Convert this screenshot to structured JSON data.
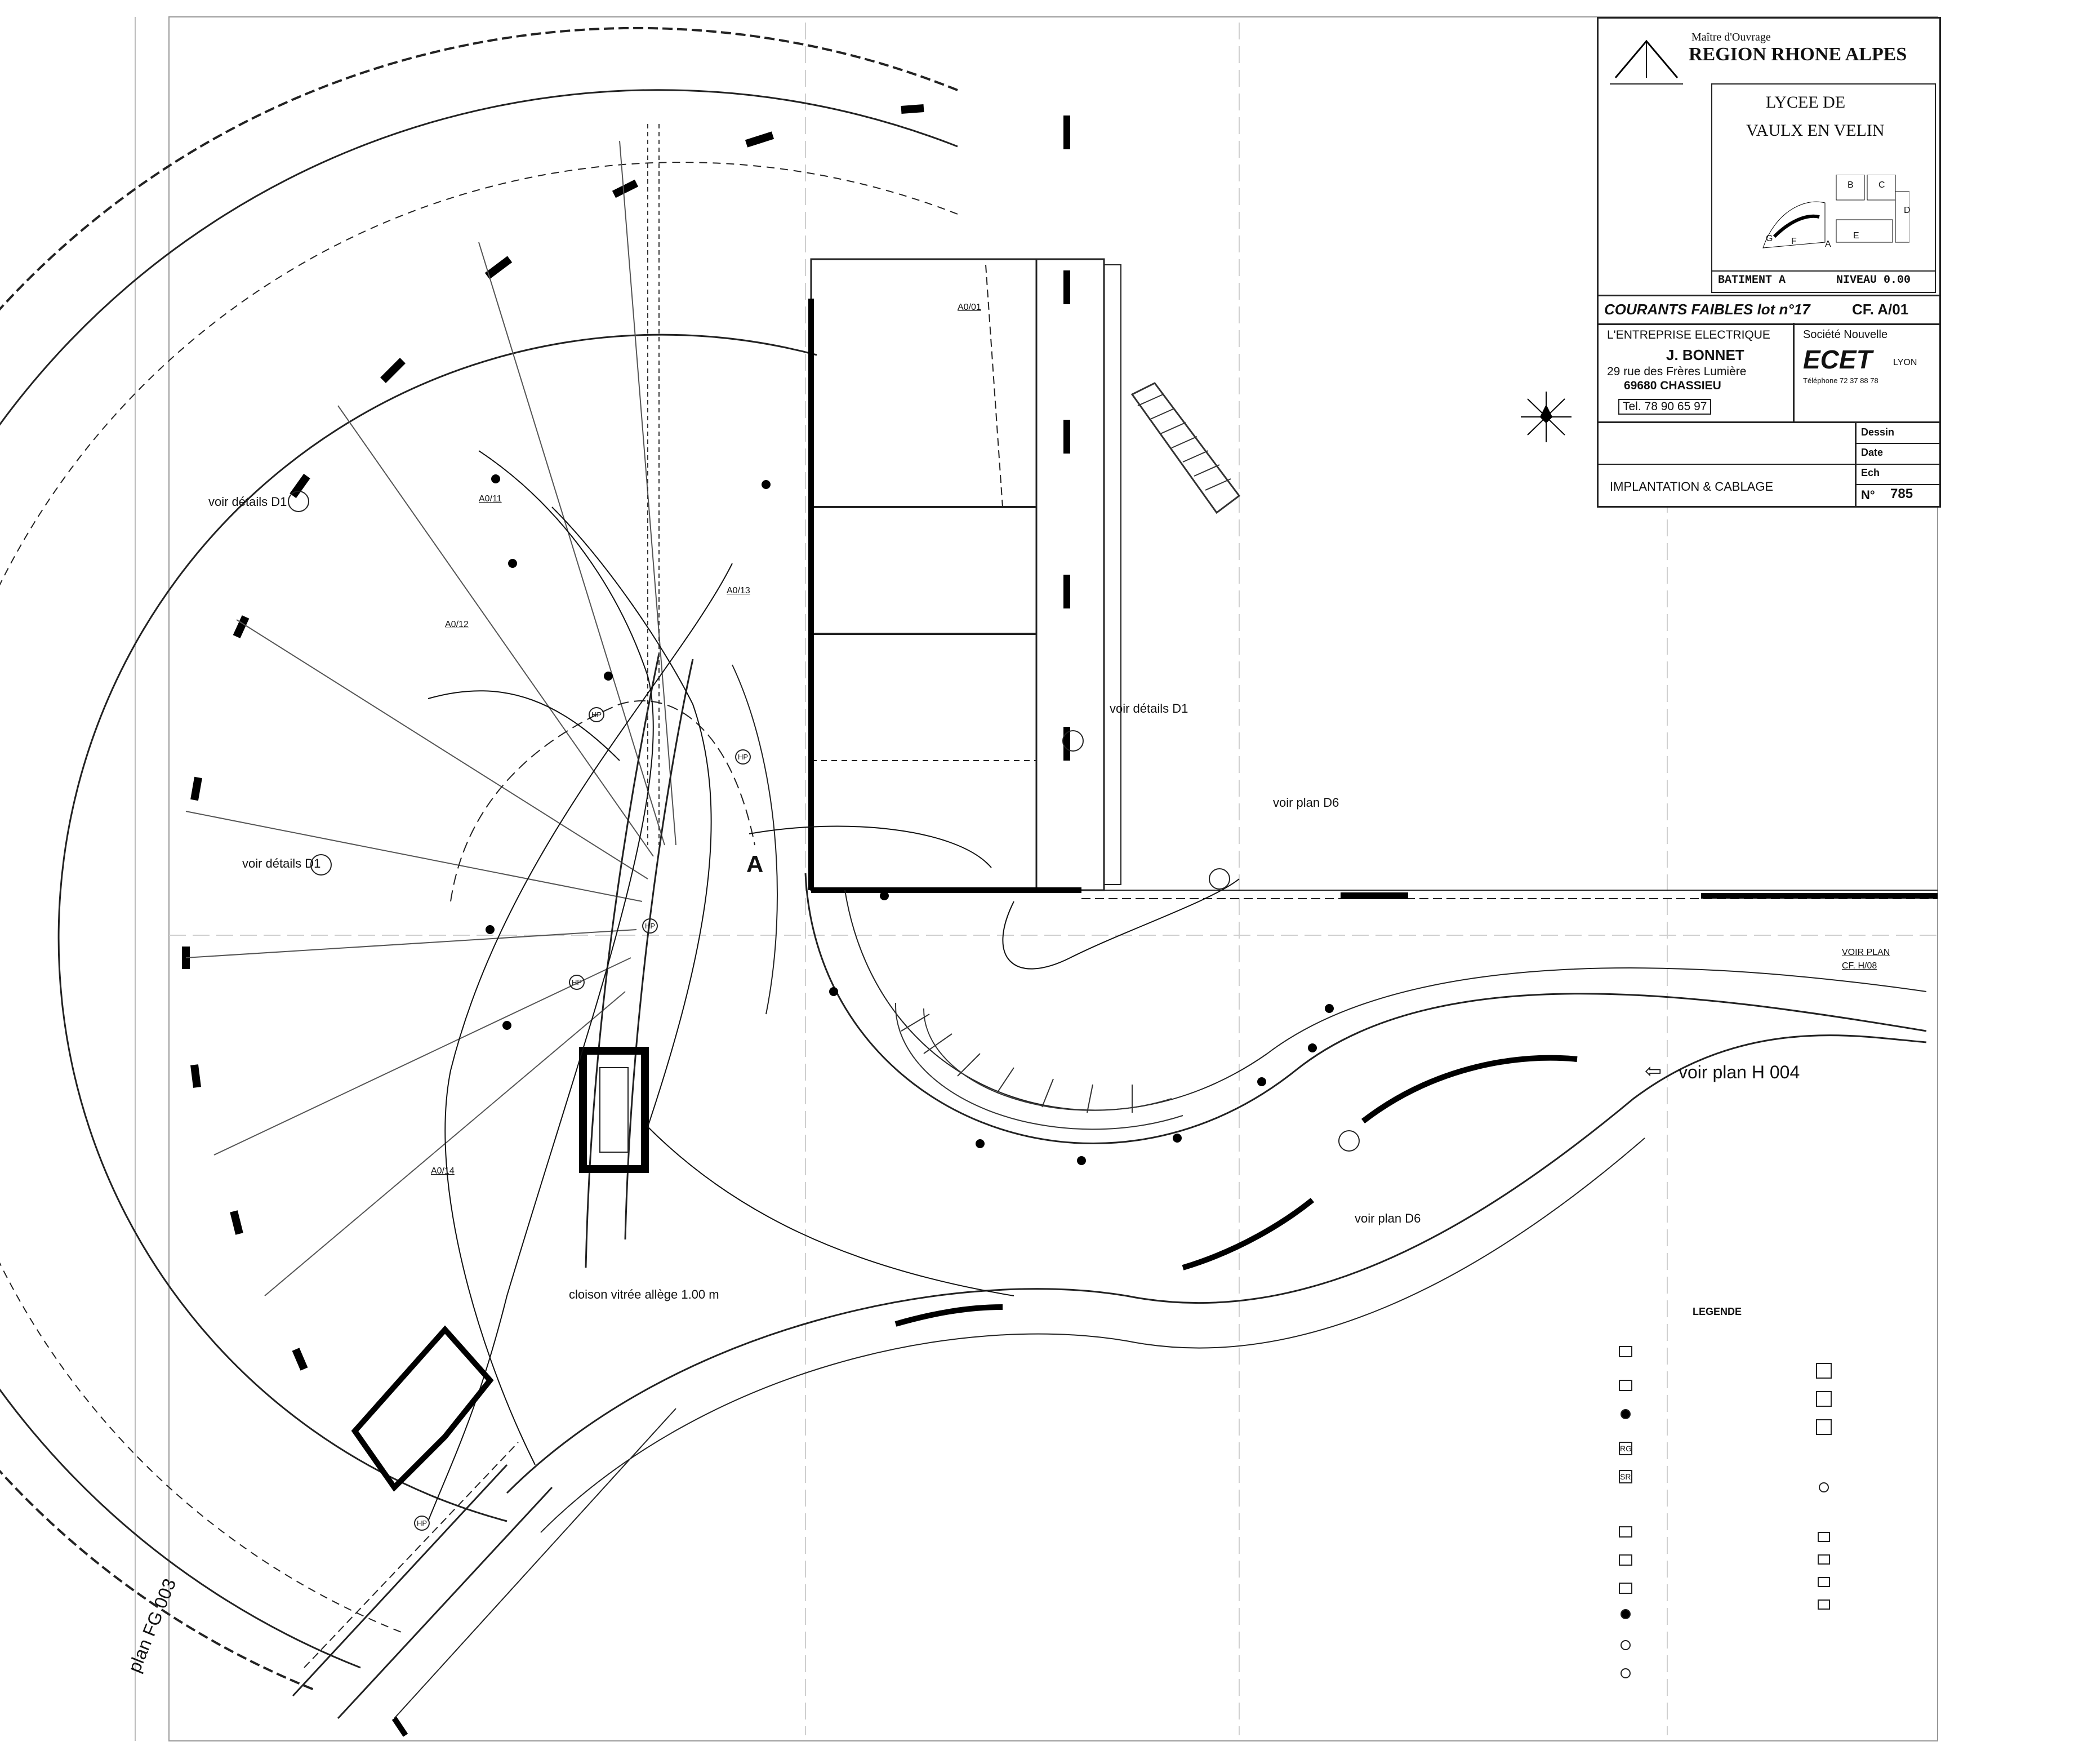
{
  "title_block": {
    "owner_label": "Maître d'Ouvrage",
    "owner": "REGION RHONE ALPES",
    "project_line1": "LYCEE DE",
    "project_line2": "VAULX EN VELIN",
    "building": "BATIMENT A",
    "level": "NIVEAU 0.00",
    "lot": "COURANTS FAIBLES lot n°17",
    "drawing_code": "CF. A/01",
    "contractor_label": "L'ENTREPRISE ELECTRIQUE",
    "contractor": "J. BONNET",
    "address1": "29 rue des Frères Lumière",
    "address2": "69680 CHASSIEU",
    "phone": "Tel. 78 90 65 97",
    "company_label": "Société Nouvelle",
    "company": "ECET",
    "company_city": "LYON",
    "company_phone": "Téléphone 72 37 88 78",
    "dessin_label": "Dessin",
    "date_label": "Date",
    "ech_label": "Ech",
    "number_label": "N°",
    "number": "785",
    "plan_title": "IMPLANTATION & CABLAGE",
    "key_plan_letters": [
      "A",
      "B",
      "C",
      "D",
      "E",
      "F",
      "G"
    ]
  },
  "annotations": {
    "voir_details_d1_a": "voir détails D1",
    "voir_details_d1_b": "voir détails D1",
    "voir_details_d1_c": "voir détails D1",
    "voir_plan_d6_a": "voir plan D6",
    "voir_plan_d6_b": "voir plan D6",
    "voir_plan_h004": "voir plan H 004",
    "cloison": "cloison vitrée allège 1.00 m",
    "plan_fg003": "plan FG 003",
    "section_a": "A",
    "voir_plan_cf": "VOIR PLAN",
    "voir_plan_cf_code": "CF. H/08",
    "legende": "LEGENDE",
    "room_tags": [
      "A0/01",
      "A0/11",
      "A0/12",
      "A0/14",
      "A0/13"
    ],
    "symbols": [
      "HP",
      "HP",
      "HP",
      "HP",
      "HP",
      "RG",
      "SR"
    ]
  },
  "colors": {
    "ink": "#111111",
    "paper": "#ffffff",
    "grey": "#9a9a9a"
  }
}
